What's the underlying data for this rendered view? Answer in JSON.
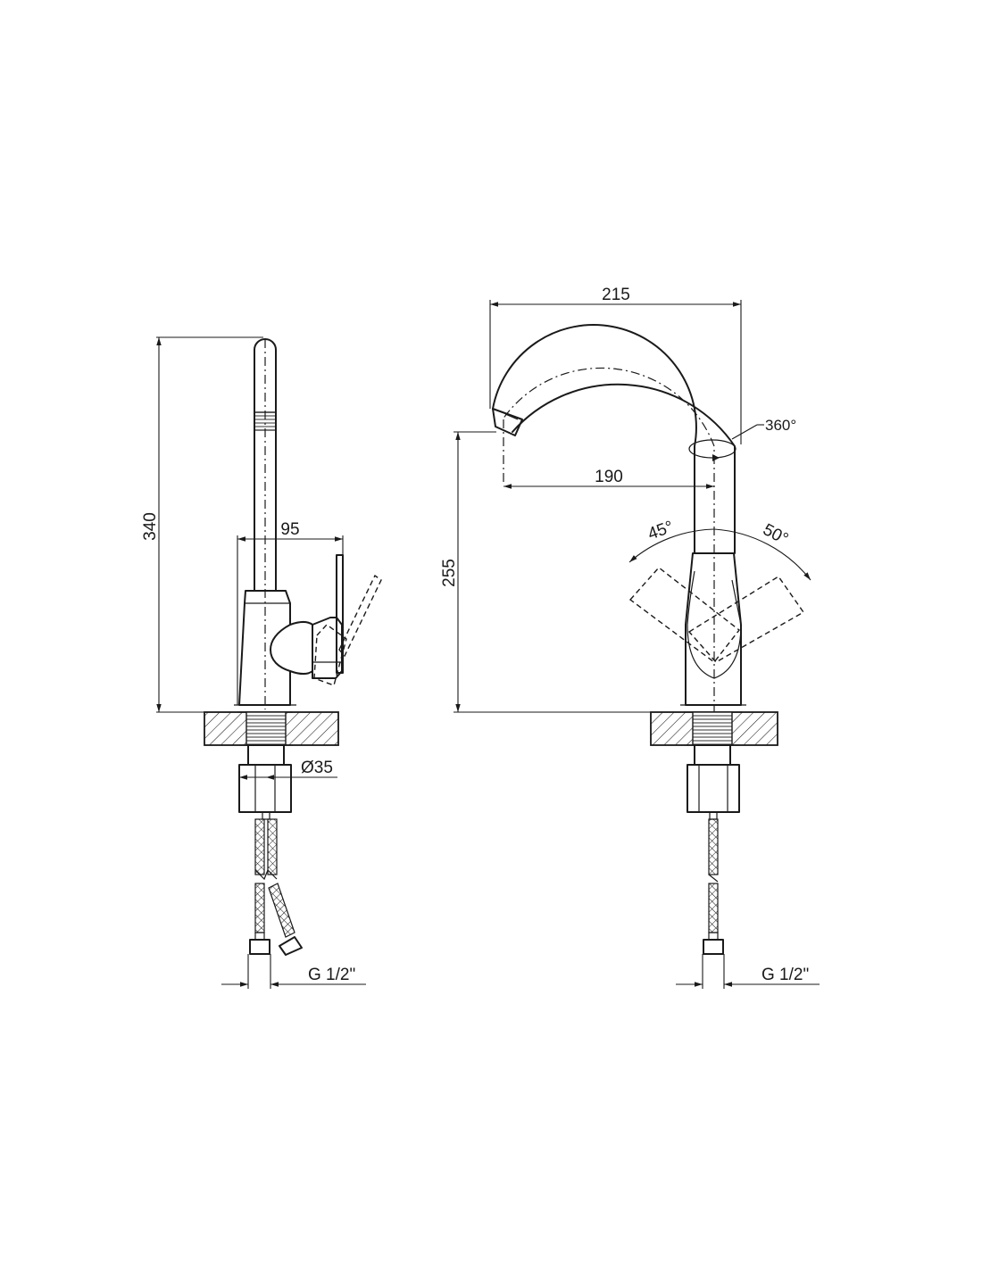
{
  "side_view": {
    "dims": {
      "height_total": "340",
      "handle_projection": "95",
      "base_diameter": "Ø35",
      "thread": "G 1/2\""
    }
  },
  "front_view": {
    "dims": {
      "spout_total_width": "215",
      "spout_reach": "190",
      "spout_height": "255",
      "rotation": "360°",
      "angle_left": "45°",
      "angle_right": "50°",
      "thread": "G 1/2\""
    }
  },
  "colors": {
    "line": "#1a1a1a",
    "background": "#ffffff"
  }
}
